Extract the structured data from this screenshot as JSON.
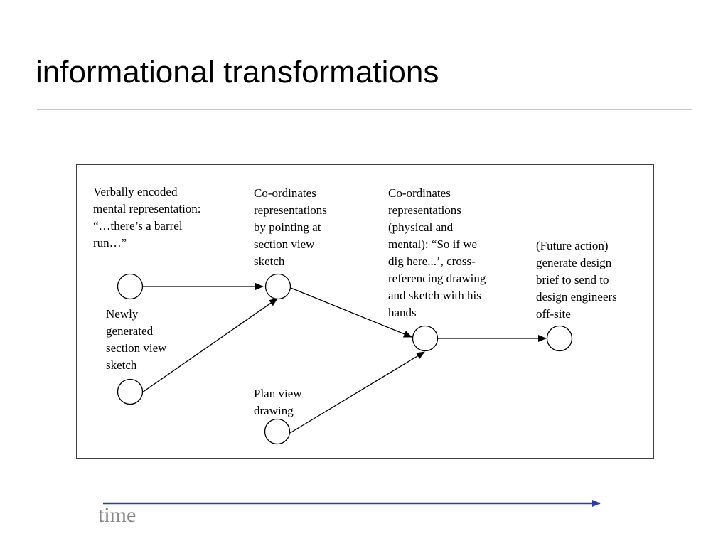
{
  "slide": {
    "title": "informational transformations",
    "time_label": "time",
    "time_arrow_color": "#2b3ab8"
  },
  "diagram": {
    "labels": {
      "verbal": "Verbally encoded\nmental representation:\n“…there’s a barrel\nrun…”",
      "new_sketch": "Newly\ngenerated\nsection view\nsketch",
      "pointing": "Co-ordinates\nrepresentations\nby pointing at\nsection view\nsketch",
      "plan": "Plan view\ndrawing",
      "physical": "Co-ordinates\nrepresentations\n(physical and\nmental): “So if we\ndig here...’, cross-\nreferencing drawing\nand sketch with his\nhands",
      "future": "(Future action)\ngenerate design\nbrief to send to\ndesign engineers\noff-site"
    },
    "edges": [
      {
        "from": "verbal",
        "to": "pointing"
      },
      {
        "from": "new_sketch",
        "to": "pointing"
      },
      {
        "from": "pointing",
        "to": "physical"
      },
      {
        "from": "plan",
        "to": "physical"
      },
      {
        "from": "physical",
        "to": "future"
      }
    ]
  }
}
